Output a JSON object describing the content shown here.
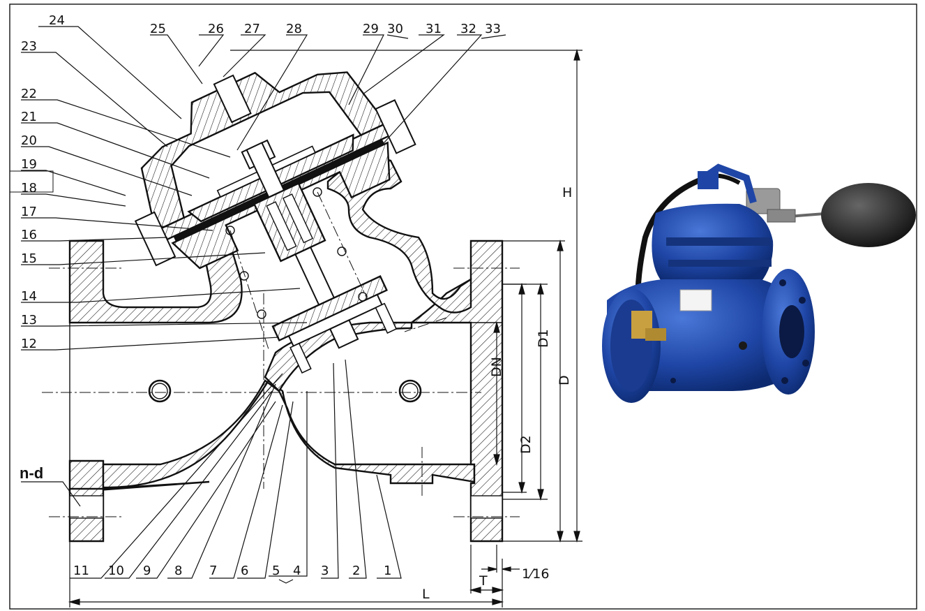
{
  "part_numbers": {
    "bottom": [
      "11",
      "10",
      "9",
      "8",
      "7",
      "6",
      "5",
      "4",
      "3",
      "2",
      "1"
    ],
    "left": [
      "23",
      "22",
      "21",
      "20",
      "19",
      "18",
      "17",
      "16",
      "15",
      "14",
      "13",
      "12"
    ],
    "top": [
      "24",
      "25",
      "26",
      "27",
      "28",
      "29",
      "30",
      "31",
      "32",
      "33"
    ]
  },
  "dimensions": {
    "H": "H",
    "D": "D",
    "D1": "D1",
    "D2": "D2",
    "DN": "DN",
    "L": "L",
    "T": "T",
    "clearance": "1⁄16",
    "holes": "n-d"
  },
  "colors": {
    "line": "#111111",
    "valve_blue": "#1f46a6",
    "float_black": "#1a1a1a",
    "brass": "#c8a040"
  }
}
